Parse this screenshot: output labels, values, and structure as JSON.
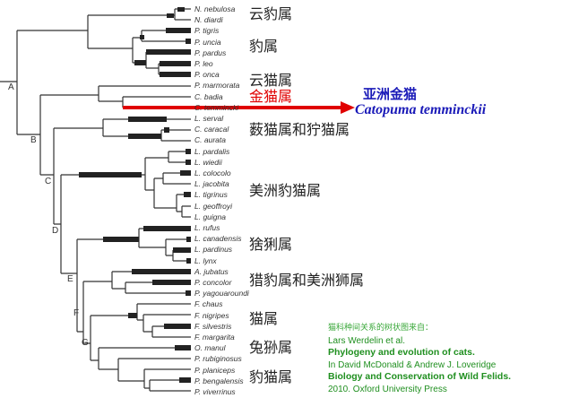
{
  "species": [
    "N. nebulosa",
    "N. diardi",
    "P. tigris",
    "P. uncia",
    "P. pardus",
    "P. leo",
    "P. onca",
    "P. marmorata",
    "C. badia",
    "C. temmincki",
    "L. serval",
    "C. caracal",
    "C. aurata",
    "L. pardalis",
    "L. wiedii",
    "L. colocolo",
    "L. jacobita",
    "L. tigrinus",
    "L. geoffroyi",
    "L. guigna",
    "L. rufus",
    "L. canadensis",
    "L. pardinus",
    "L. lynx",
    "A. jubatus",
    "P. concolor",
    "P. yagouaroundi",
    "F. chaus",
    "F. nigripes",
    "F. silvestris",
    "F. margarita",
    "O. manul",
    "P. rubiginosus",
    "P. planiceps",
    "P. bengalensis",
    "P. viverrinus"
  ],
  "nodes": {
    "a": "A",
    "b": "B",
    "c": "C",
    "d": "D",
    "e": "E",
    "f": "F",
    "g": "G"
  },
  "groups": {
    "neofelis": "云豹属",
    "panthera": "豹属",
    "pardofelis": "云猫属",
    "catopuma": "金猫属",
    "caracal": "薮猫属和狞猫属",
    "leopardus": "美洲豹猫属",
    "lynx": "猞猁属",
    "puma": "猎豹属和美洲狮属",
    "felis": "猫属",
    "otocolobus": "兔狲属",
    "prionailurus": "豹猫属"
  },
  "highlight": {
    "cn_name": "亚洲金猫",
    "sci_name": "Catopuma temminckii",
    "color": "#1a1ab8",
    "arrow_color": "#e00000"
  },
  "citation": {
    "intro": "猫科种间关系的树状图来自：",
    "author": "Lars Werdelin et al.",
    "title": "Phylogeny and evolution of cats.",
    "editors": "In David McDonald & Andrew J. Loveridge",
    "book": "Biology and Conservation of Wild Felids.",
    "publisher": "2010. Oxford University Press"
  }
}
